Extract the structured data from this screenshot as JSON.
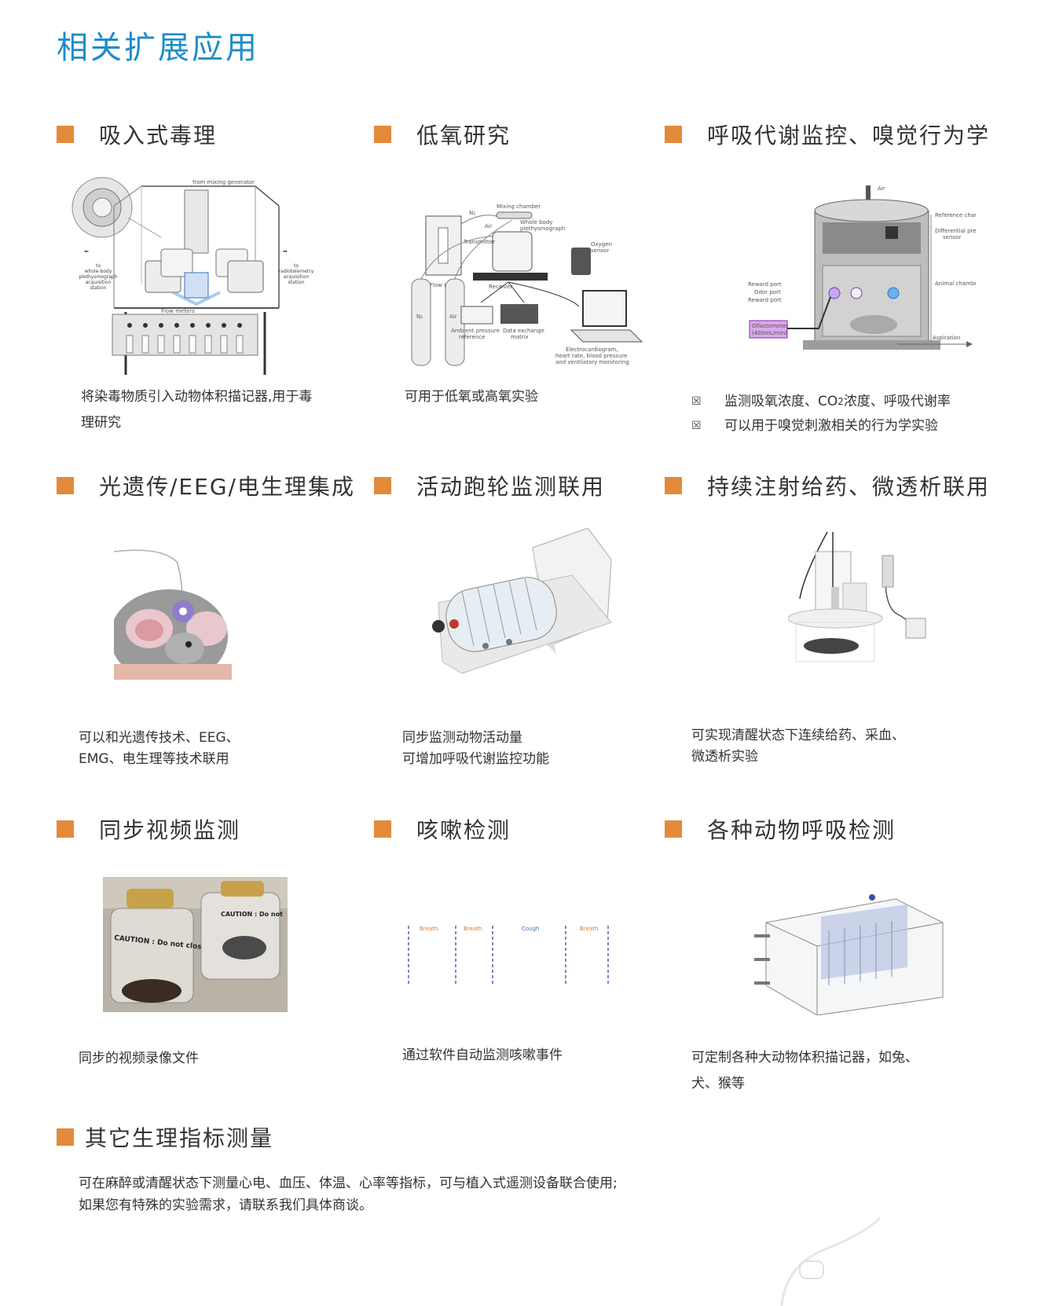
{
  "page_title": "相关扩展应用",
  "sections": {
    "s1": {
      "title": "吸入式毒理",
      "desc": [
        "将染毒物质引入动物体积描记器,用于毒",
        "理研究"
      ]
    },
    "s2": {
      "title": "低氧研究",
      "desc": [
        "可用于低氧或高氧实验"
      ]
    },
    "s3": {
      "title": "呼吸代谢监控、嗅觉行为学",
      "bullet_symbol": "☒",
      "bullets": [
        {
          "pre": "监测吸氧浓度、CO",
          "sub": "2",
          "post": "浓度、呼吸代谢率"
        },
        {
          "pre": "可以用于嗅觉刺激相关的行为学实验",
          "sub": "",
          "post": ""
        }
      ]
    },
    "s4": {
      "title": "光遗传/EEG/电生理集成",
      "desc": [
        "可以和光遗传技术、EEG、",
        "EMG、电生理等技术联用"
      ]
    },
    "s5": {
      "title": "活动跑轮监测联用",
      "desc": [
        "同步监测动物活动量",
        "可增加呼吸代谢监控功能"
      ]
    },
    "s6": {
      "title": "持续注射给药、微透析联用",
      "desc": [
        "可实现清醒状态下连续给药、采血、",
        "微透析实验"
      ]
    },
    "s7": {
      "title": "同步视频监测",
      "desc": [
        "同步的视频录像文件"
      ]
    },
    "s8": {
      "title": "咳嗽检测",
      "desc": [
        "通过软件自动监测咳嗽事件"
      ]
    },
    "s9": {
      "title": "各种动物呼吸检测",
      "desc": [
        "可定制各种大动物体积描记器，如兔、",
        "犬、猴等"
      ]
    },
    "s10": {
      "title": "其它生理指标测量",
      "desc": [
        "可在麻醉或清醒状态下测量心电、血压、体温、心率等指标，可与植入式遥测设备联合使用;",
        "如果您有特殊的实验需求，请联系我们具体商谈。"
      ]
    }
  },
  "figures": {
    "tox": {
      "top": "from mixing generator",
      "left": [
        "to",
        "whole-body",
        "plethysmograph",
        "acquisition",
        "station"
      ],
      "right": [
        "to",
        "radiotelemetry",
        "acquisition",
        "station"
      ],
      "flow": "Flow meters"
    },
    "hypoxia": {
      "mixing": "Mixing chamber",
      "wbp": [
        "Whole body",
        "plethysmograph"
      ],
      "flow": "Flow meter",
      "n2": "N₂",
      "air": "Air",
      "transmitter": "Transmitter",
      "receiver": "Receiver",
      "oxygen": [
        "Oxygen",
        "sensor"
      ],
      "ambient": [
        "Ambient pressure",
        "reference"
      ],
      "data": [
        "Data exchange",
        "matrix"
      ],
      "ecg": [
        "Electrocardiogram,",
        "heart rate, blood pressure",
        "and ventilatory monitoring"
      ]
    },
    "metab": {
      "air": "Air",
      "ref": "Reference chamber",
      "diff": [
        "Differential pressure",
        "sensor"
      ],
      "animal": "Animal chamber",
      "ports": [
        "Reward port",
        "Odor port",
        "Reward port"
      ],
      "olf": [
        "Olfactometer",
        "(400mL/min)"
      ],
      "asp": "Aspiration"
    },
    "cough": {
      "labels": [
        "Breath",
        "Breath",
        "Cough",
        "Breath"
      ]
    },
    "video": {
      "lid_text": [
        "CAUTION : Do not closet wi",
        "CAUTION : Do not"
      ]
    }
  },
  "colors": {
    "title": "#1e8dc8",
    "marker": "#e38a3a",
    "breath": "#d9762b",
    "cough": "#3a6fc4",
    "dash": "#5a5fb0"
  }
}
